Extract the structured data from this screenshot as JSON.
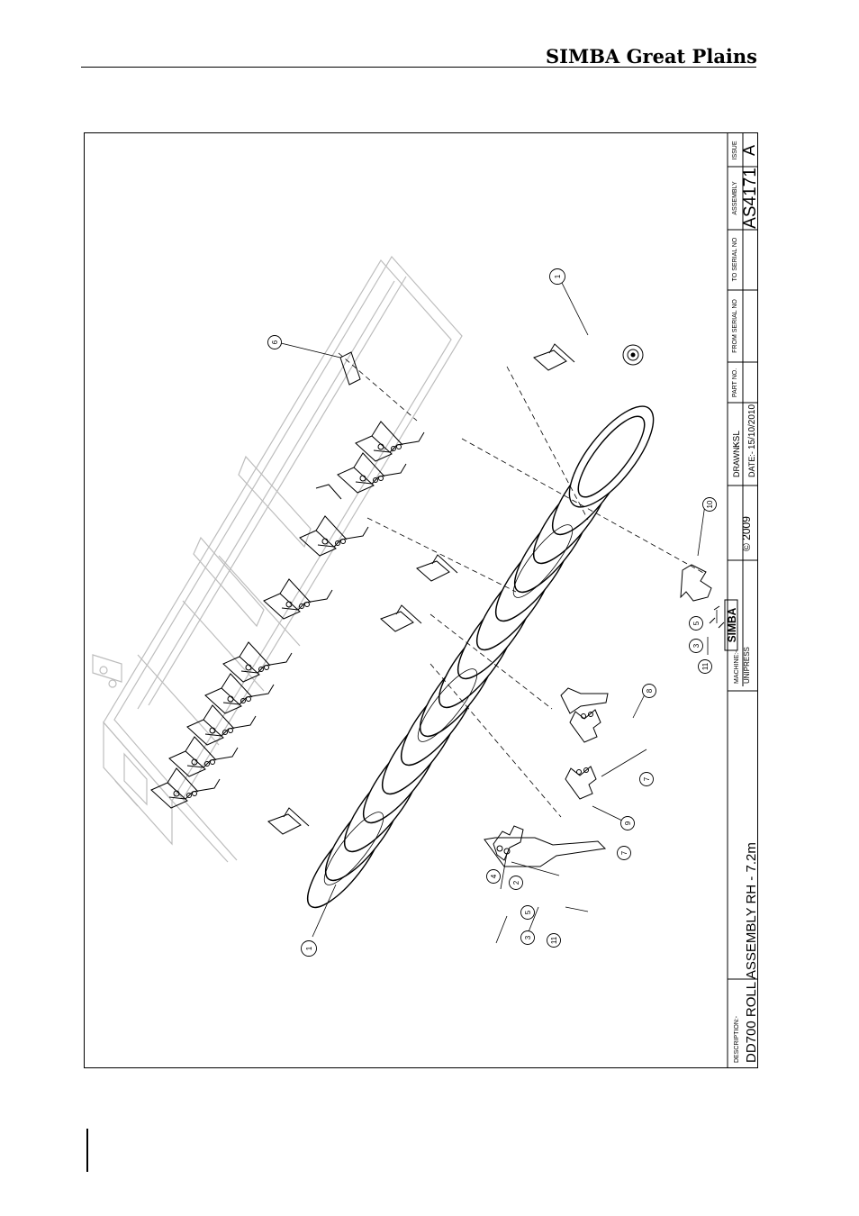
{
  "header": {
    "brand": "SIMBA Great Plains"
  },
  "title_block": {
    "description_label": "DESCRIPTION:-",
    "description": "DD700 ROLL ASSEMBLY RH - 7.2m",
    "machine_label": "MACHINE:-",
    "machine": "UNIPRESS",
    "logo_text": "SIMBA",
    "copyright": "© 2009",
    "drawn_label": "DRAWN:-",
    "drawn": "KSL",
    "date_label": "DATE:-",
    "date": "15/10/2010",
    "part_no_label": "PART NO.",
    "from_serial_label": "FROM SERIAL NO",
    "to_serial_label": "TO SERIAL NO",
    "assembly_label": "ASSEMBLY",
    "assembly": "AS4171",
    "issue_label": "ISSUE",
    "issue": "A"
  },
  "callouts": [
    "1",
    "1",
    "2",
    "3",
    "3",
    "4",
    "5",
    "5",
    "6",
    "7",
    "7",
    "8",
    "9",
    "10",
    "11",
    "11"
  ]
}
